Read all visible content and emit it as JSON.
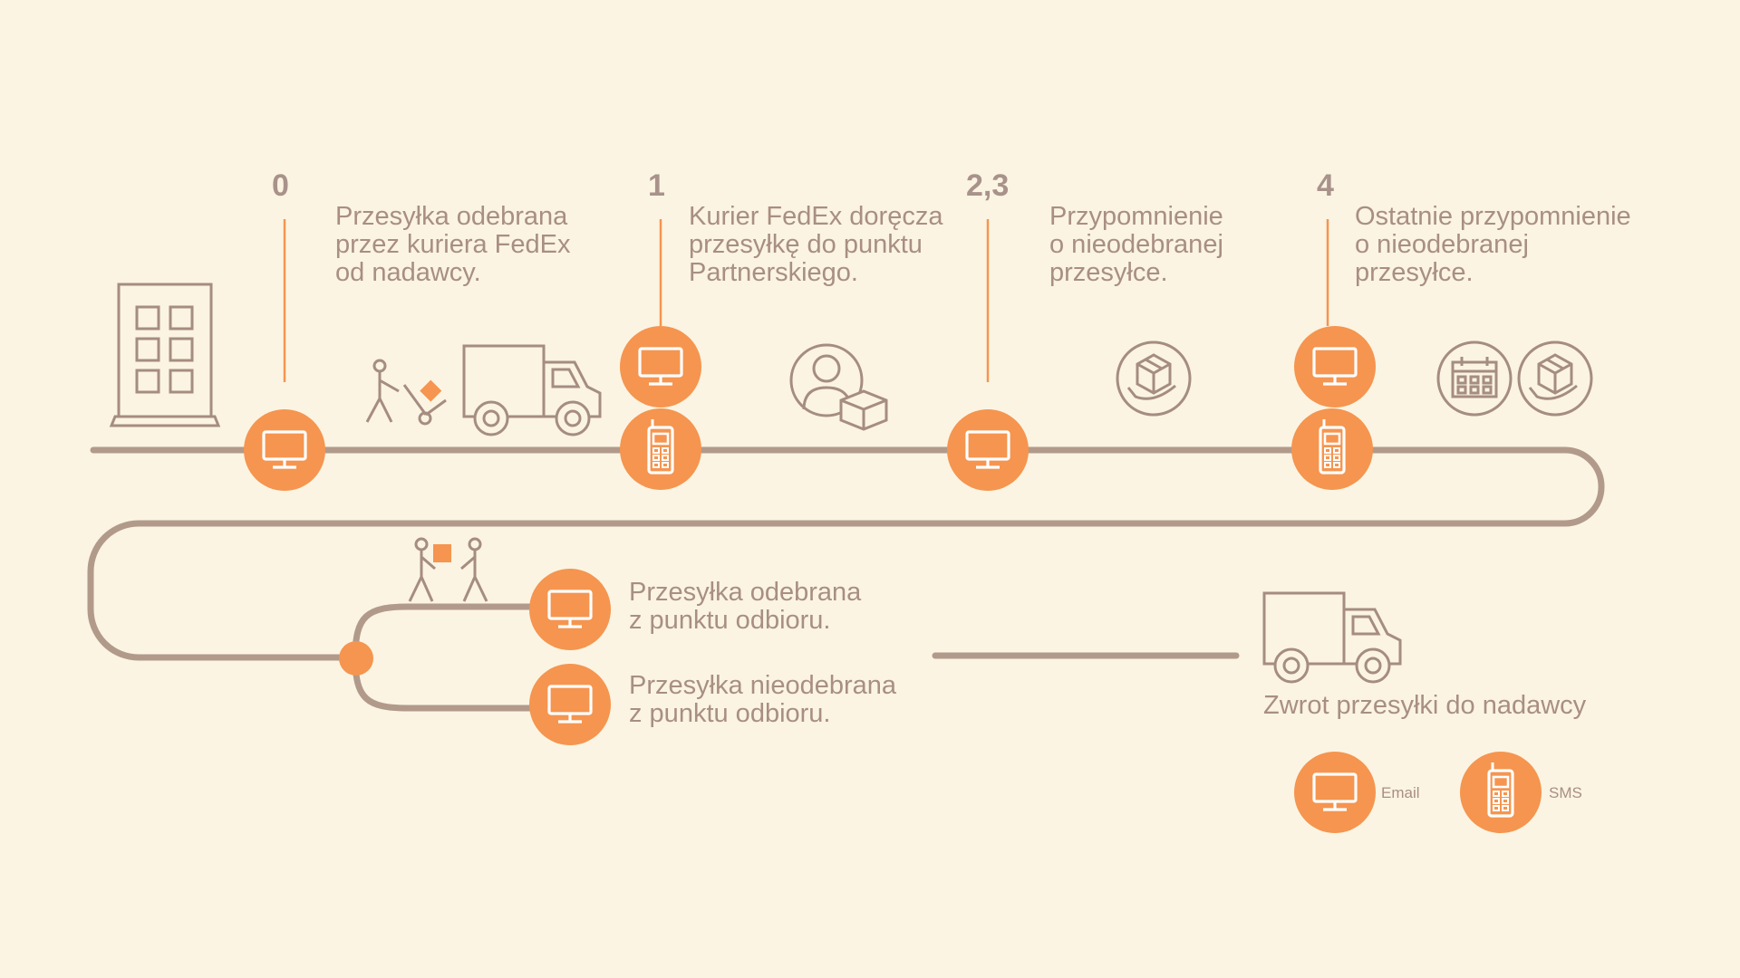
{
  "colors": {
    "background": "#fbf4e3",
    "accent": "#f5954f",
    "line": "#b29a8b",
    "icon_stroke": "#a58d80",
    "text": "#a88f82"
  },
  "steps": [
    {
      "number": "0",
      "description": "Przesyłka odebrana\nprzez kuriera FedEx\nod nadawcy."
    },
    {
      "number": "1",
      "description": "Kurier FedEx doręcza\nprzesyłkę do punktu\nPartnerskiego."
    },
    {
      "number": "2,3",
      "description": "Przypomnienie\no nieodebranej\nprzesyłce."
    },
    {
      "number": "4",
      "description": "Ostatnie przypomnienie\no nieodebranej\nprzesyłce."
    }
  ],
  "outcomes": {
    "picked_up": "Przesyłka odebrana\nz punktu odbioru.",
    "not_picked_up": "Przesyłka nieodebrana\nz punktu odbioru.",
    "return": "Zwrot przesyłki do nadawcy"
  },
  "legend": {
    "email_label": "Email",
    "sms_label": "SMS"
  },
  "icons": [
    "building-icon",
    "courier-trolley-icon",
    "truck-icon",
    "monitor-icon",
    "phone-icon",
    "person-parcel-icon",
    "parcel-hand-icon",
    "calendar-icon",
    "handover-icon"
  ]
}
